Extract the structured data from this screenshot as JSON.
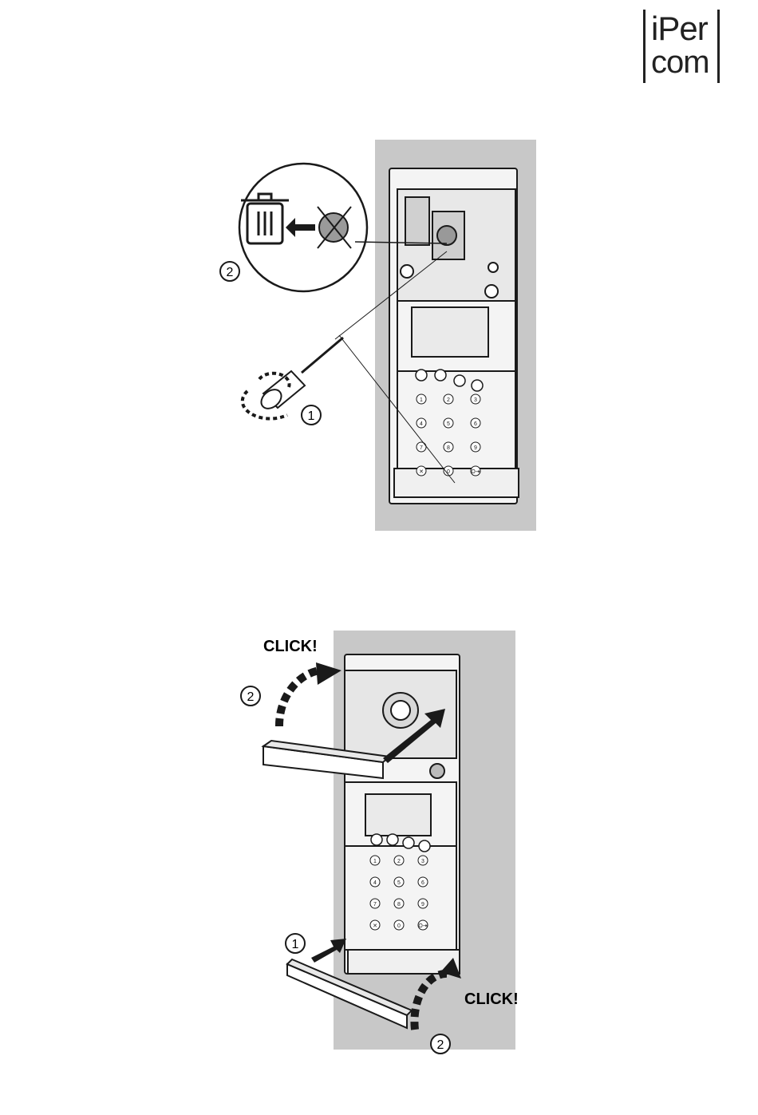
{
  "logo": {
    "line1": "iPer",
    "line2": "com"
  },
  "figure1": {
    "steps": [
      "1",
      "2"
    ]
  },
  "figure2": {
    "click_top": "CLICK!",
    "click_bottom": "CLICK!",
    "steps": [
      "1",
      "2",
      "2"
    ]
  },
  "keypad": [
    "1",
    "2",
    "3",
    "4",
    "5",
    "6",
    "7",
    "8",
    "9",
    "✕",
    "0",
    "O⇥"
  ],
  "colors": {
    "wall": "#c8c8c8",
    "line": "#1a1a1a",
    "panel": "#f2f2f2"
  }
}
